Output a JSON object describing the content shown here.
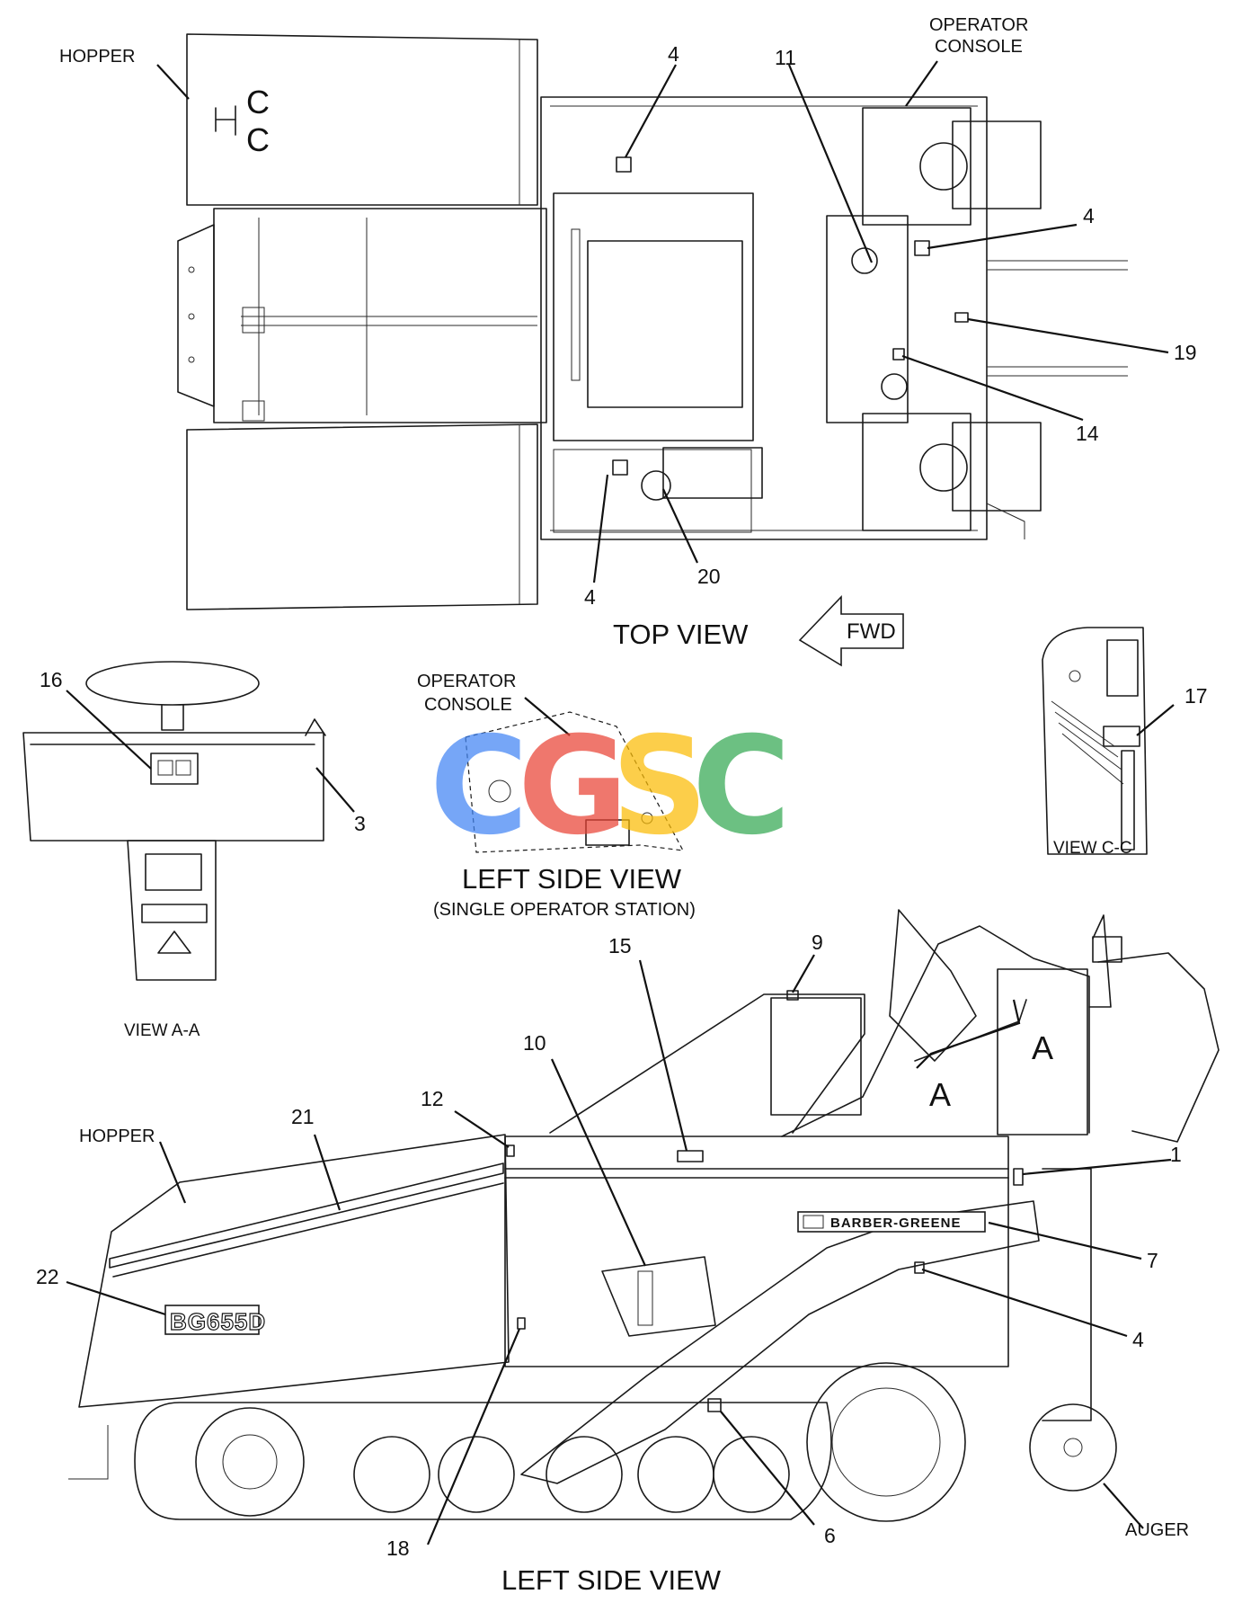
{
  "drawing": {
    "views": {
      "top": "TOP VIEW",
      "left_side_single": "LEFT SIDE VIEW",
      "left_side_single_sub": "(SINGLE OPERATOR STATION)",
      "left_side_main": "LEFT SIDE VIEW",
      "view_aa": "VIEW A-A",
      "view_cc": "VIEW C-C"
    },
    "labels": {
      "hopper_top": "HOPPER",
      "hopper_side": "HOPPER",
      "operator_console_top_l1": "OPERATOR",
      "operator_console_top_l2": "CONSOLE",
      "operator_console_side_l1": "OPERATOR",
      "operator_console_side_l2": "CONSOLE",
      "auger": "AUGER",
      "fwd": "FWD"
    },
    "section_marks": {
      "c_top": "C",
      "c_bottom": "C",
      "a_upper": "A",
      "a_lower": "A"
    },
    "plates": {
      "barber_greene": "BARBER-GREENE",
      "model": "BG655D"
    },
    "callouts": {
      "top_view": [
        "4",
        "11",
        "4",
        "19",
        "14",
        "20",
        "4"
      ],
      "view_aa": [
        "16",
        "3"
      ],
      "view_cc": [
        "17"
      ],
      "side_view": [
        "9",
        "15",
        "10",
        "12",
        "21",
        "22",
        "1",
        "7",
        "4",
        "6",
        "18"
      ]
    },
    "watermark": {
      "letters": [
        "C",
        "G",
        "S",
        "C"
      ],
      "colors": [
        "#4285F4",
        "#EA4335",
        "#FBBC05",
        "#34A853"
      ]
    }
  }
}
